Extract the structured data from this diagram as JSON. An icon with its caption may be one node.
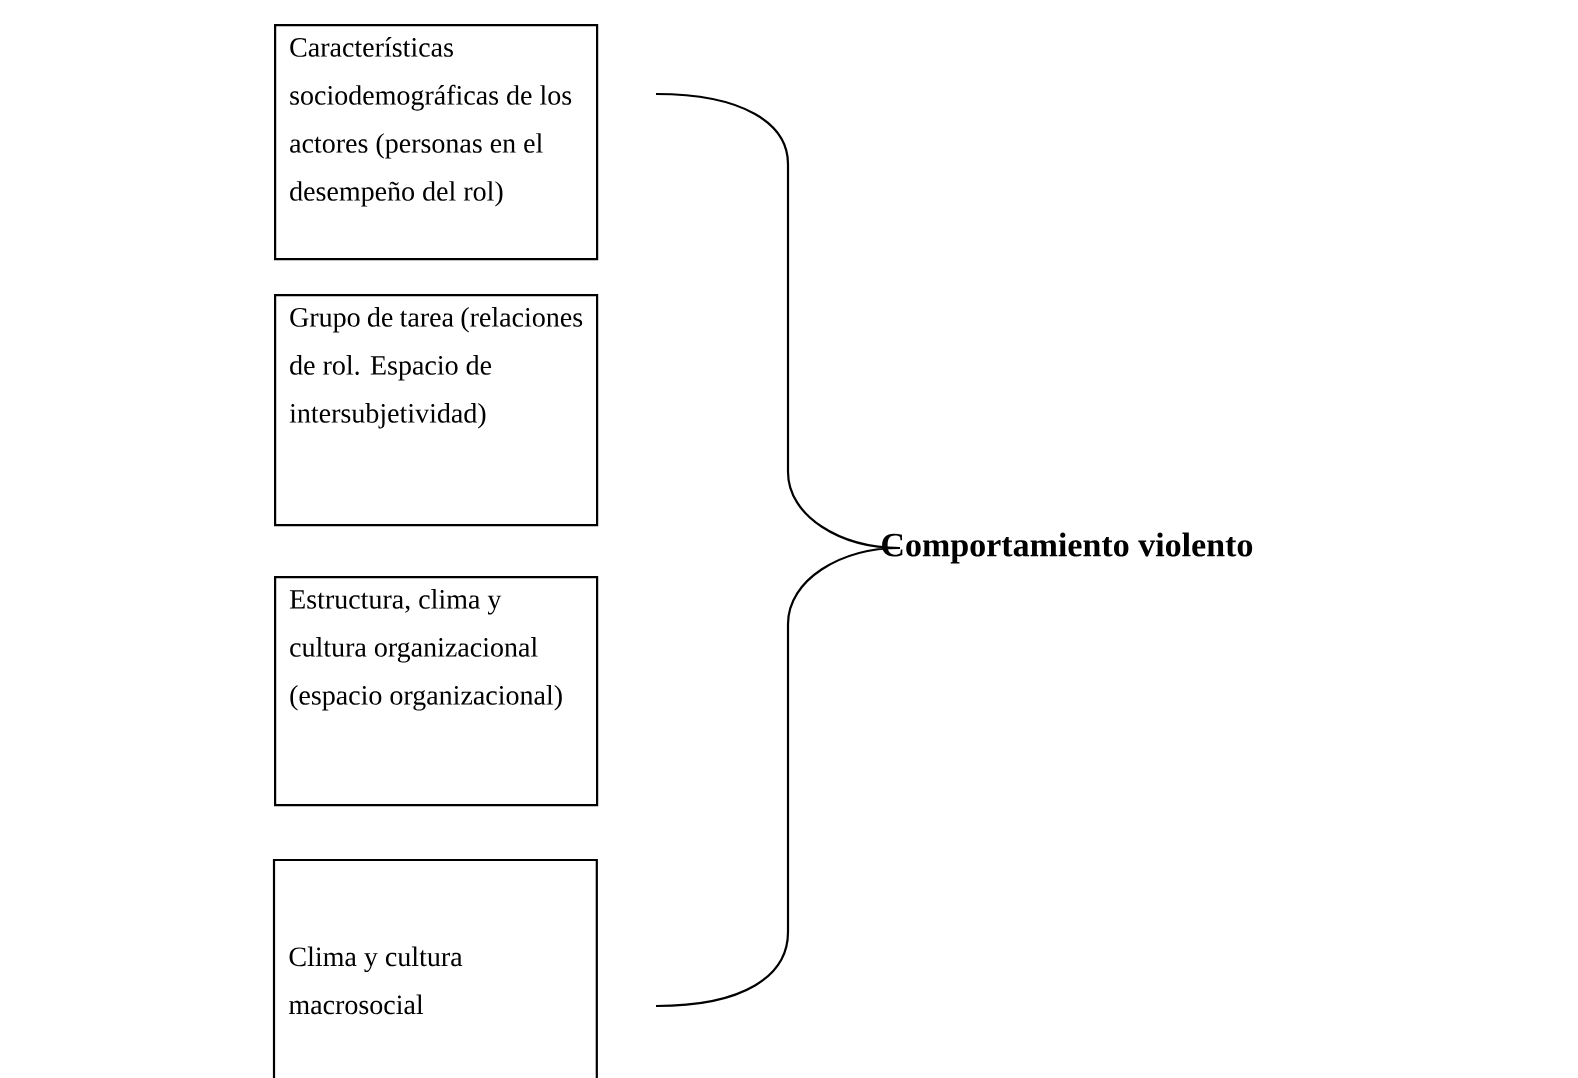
{
  "diagram": {
    "nodes": [
      {
        "text": [
          "Características sociodemográficas de los actores (personas en el desempeño del rol)"
        ]
      },
      {
        "text": [
          "Grupo de tarea (relaciones de rol. Espacio de intersubjetividad)"
        ]
      },
      {
        "text": [
          "Estructura, clima y cultura organizacional (espacio organizacional)"
        ]
      },
      {
        "text": [
          "Clima y cultura macrosocial"
        ]
      }
    ],
    "labels": [
      "Comportamiento violento"
    ]
  }
}
